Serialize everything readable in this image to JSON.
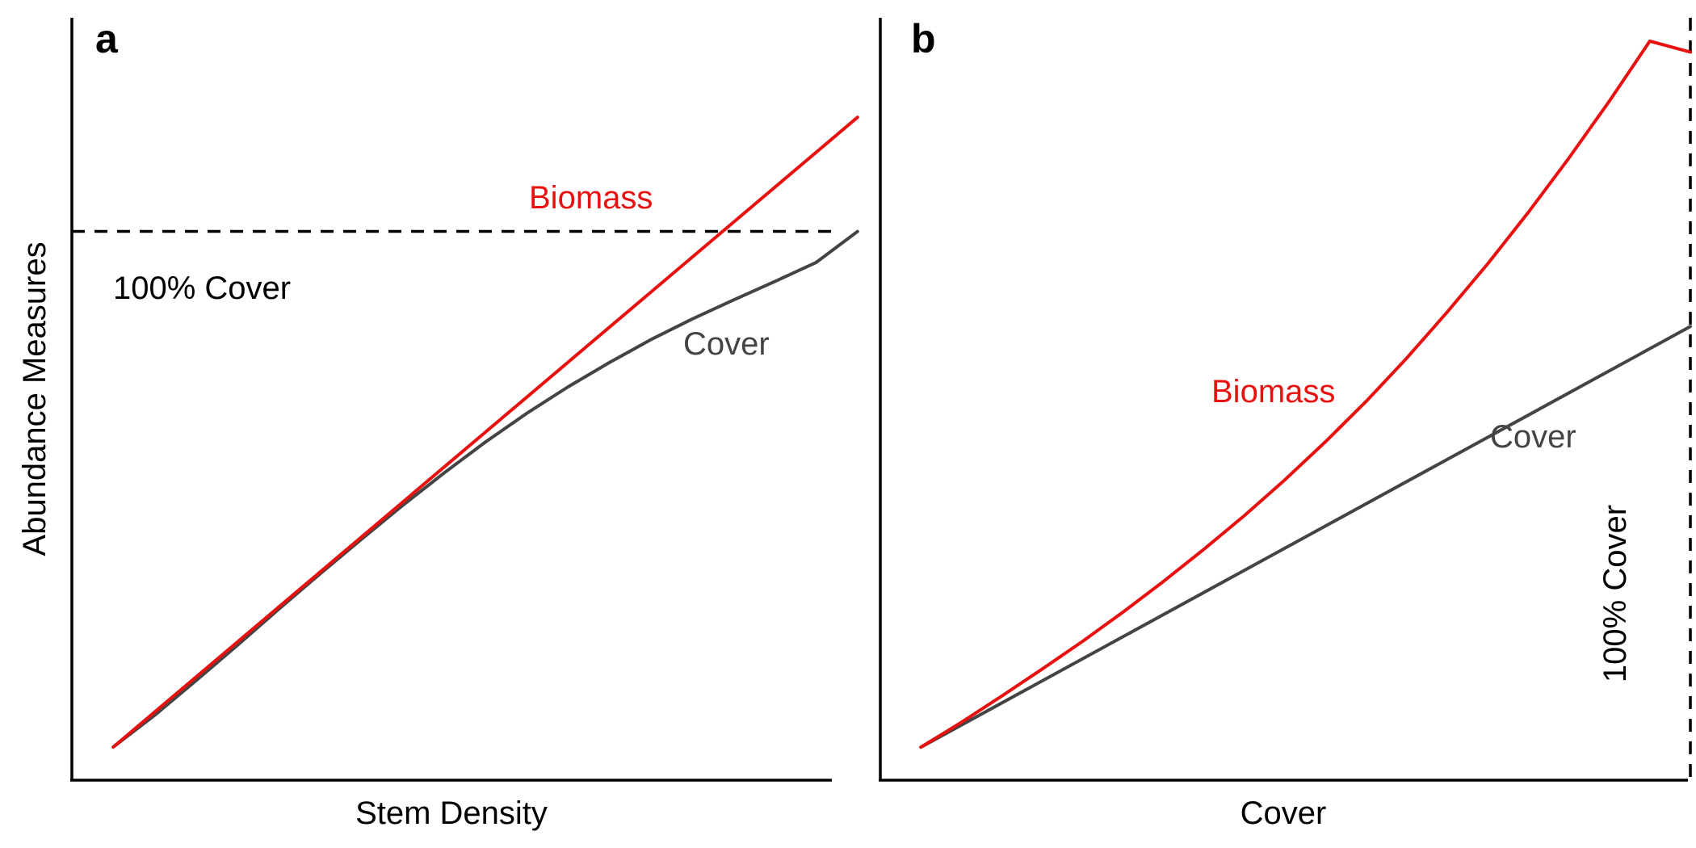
{
  "colors": {
    "biomass": "#e8110f",
    "cover": "#444444",
    "text": "#000000"
  },
  "chart_data": [
    {
      "type": "line",
      "panel": "a",
      "xlabel": "Stem Density",
      "ylabel": "Abundance Measures",
      "xlim": [
        0,
        1
      ],
      "ylim": [
        0,
        1
      ],
      "grid": false,
      "reference_line": {
        "orientation": "horizontal",
        "value": 0.745,
        "label": "100% Cover"
      },
      "series": [
        {
          "name": "Biomass",
          "color": "#e8110f",
          "x": [
            0.05,
            0.95
          ],
          "y": [
            0.045,
            0.9
          ]
        },
        {
          "name": "Cover",
          "color": "#444444",
          "x": [
            0.05,
            0.1,
            0.15,
            0.2,
            0.25,
            0.3,
            0.35,
            0.4,
            0.45,
            0.5,
            0.55,
            0.6,
            0.65,
            0.7,
            0.75,
            0.8,
            0.85,
            0.9,
            0.95
          ],
          "y": [
            0.045,
            0.088,
            0.135,
            0.183,
            0.232,
            0.28,
            0.327,
            0.373,
            0.417,
            0.459,
            0.498,
            0.534,
            0.567,
            0.598,
            0.626,
            0.652,
            0.677,
            0.703,
            0.745
          ]
        }
      ]
    },
    {
      "type": "line",
      "panel": "b",
      "xlabel": "Cover",
      "ylabel": "",
      "xlim": [
        0,
        1
      ],
      "ylim": [
        0,
        1
      ],
      "grid": false,
      "reference_line": {
        "orientation": "vertical",
        "value": 1.0,
        "label": "100% Cover"
      },
      "series": [
        {
          "name": "Biomass",
          "color": "#e8110f",
          "x": [
            0.05,
            0.1,
            0.15,
            0.2,
            0.25,
            0.3,
            0.35,
            0.4,
            0.45,
            0.5,
            0.55,
            0.6,
            0.65,
            0.7,
            0.75,
            0.8,
            0.85,
            0.9,
            0.95,
            1.0
          ],
          "y": [
            0.045,
            0.079,
            0.115,
            0.152,
            0.19,
            0.23,
            0.272,
            0.316,
            0.362,
            0.411,
            0.463,
            0.518,
            0.577,
            0.64,
            0.706,
            0.776,
            0.85,
            0.928,
            1.01,
            0.995
          ]
        },
        {
          "name": "Cover",
          "color": "#444444",
          "x": [
            0.05,
            1.0
          ],
          "y": [
            0.045,
            0.62
          ]
        }
      ]
    }
  ]
}
